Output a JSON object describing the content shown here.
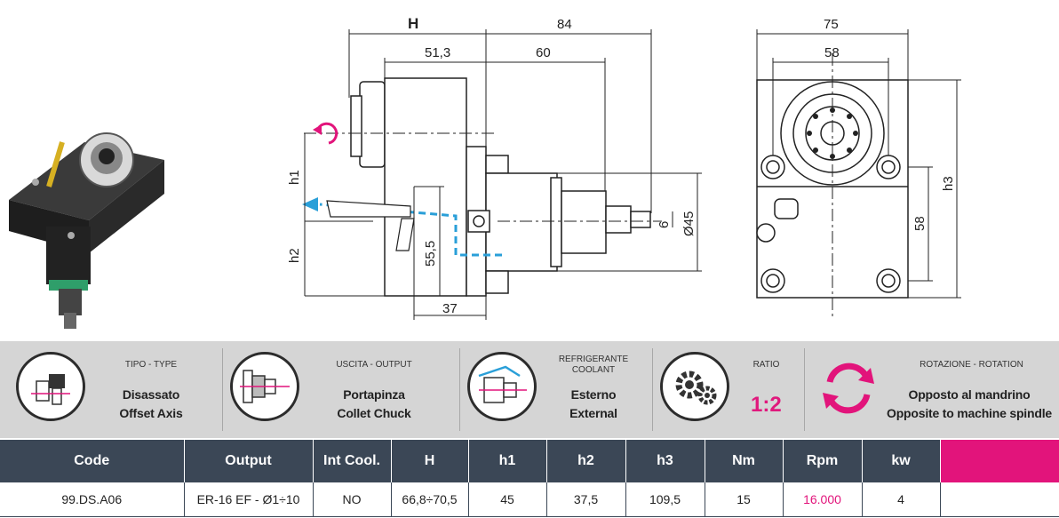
{
  "dimensions": {
    "H": "H",
    "d84": "84",
    "d51_3": "51,3",
    "d60": "60",
    "h1": "h1",
    "h2": "h2",
    "d55_5": "55,5",
    "d37": "37",
    "d6": "6",
    "d45": "Ø45",
    "d75": "75",
    "d58_top": "58",
    "d58_side": "58",
    "h3": "h3"
  },
  "specs": [
    {
      "caption": "TIPO - TYPE",
      "value1": "Disassato",
      "value2": "Offset Axis",
      "icon": "offset-axis-icon"
    },
    {
      "caption": "USCITA - OUTPUT",
      "value1": "Portapinza",
      "value2": "Collet Chuck",
      "icon": "collet-chuck-icon"
    },
    {
      "caption": "REFRIGERANTE COOLANT",
      "value1": "Esterno",
      "value2": "External",
      "icon": "external-coolant-icon"
    },
    {
      "caption": "RATIO",
      "value1": "1:2",
      "icon": "gears-icon"
    },
    {
      "caption": "ROTAZIONE - ROTATION",
      "value1": "Opposto al mandrino",
      "value2": "Opposite to machine spindle",
      "icon": "rotation-arrows-icon"
    }
  ],
  "table": {
    "headers": [
      "Code",
      "Output",
      "Int Cool.",
      "H",
      "h1",
      "h2",
      "h3",
      "Nm",
      "Rpm",
      "kw",
      ""
    ],
    "rows": [
      [
        "99.DS.A06",
        "ER-16 EF - Ø1÷10",
        "NO",
        "66,8÷70,5",
        "45",
        "37,5",
        "109,5",
        "15",
        "16.000",
        "4",
        ""
      ]
    ]
  },
  "colors": {
    "accent": "#e2147b",
    "header_bg": "#3b4756",
    "spec_bar_bg": "#d5d5d5",
    "coolant_blue": "#2a9fd8"
  }
}
